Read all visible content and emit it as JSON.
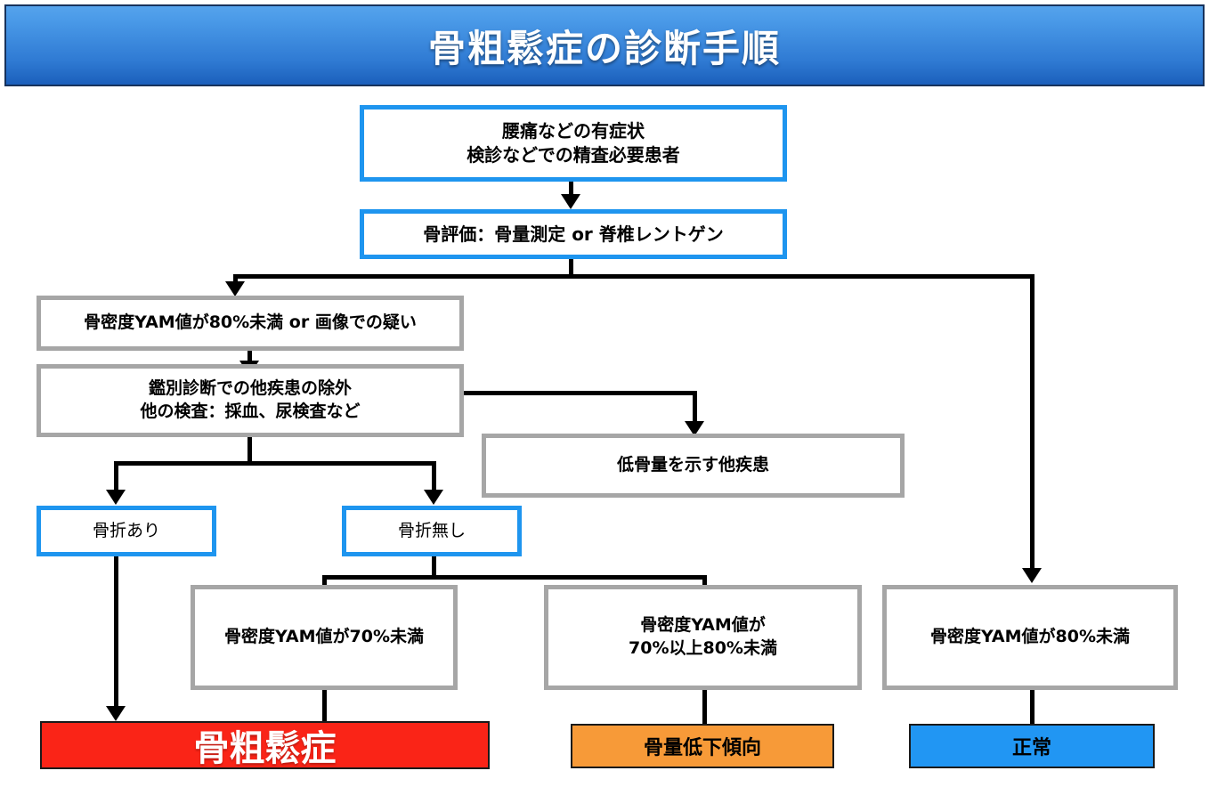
{
  "header": {
    "title": "骨粗鬆症の診断手順",
    "gradient_top": "#55a3ec",
    "gradient_bottom": "#1b5fbb",
    "text_color": "#ffffff"
  },
  "colors": {
    "blue_border": "#1e95ef",
    "gray_border": "#a6a6a6",
    "result_red": "#fa2417",
    "result_orange": "#f79a38",
    "result_blue": "#2196f3",
    "connector": "#000000"
  },
  "nodes": {
    "symptoms": {
      "line1": "腰痛などの有症状",
      "line2": "検診などでの精査必要患者",
      "style": "blue-box"
    },
    "bone_eval": {
      "line1": "骨評価：骨量測定 or 脊椎レントゲン",
      "style": "blue-box"
    },
    "yam_under80_or_image": {
      "line1": "骨密度YAM値が80%未満 or 画像での疑い",
      "style": "gray-box"
    },
    "differential": {
      "line1": "鑑別診断での他疾患の除外",
      "line2": "他の検査：採血、尿検査など",
      "style": "gray-box"
    },
    "other_disease": {
      "line1": "低骨量を示す他疾患",
      "style": "gray-box"
    },
    "fracture_yes": {
      "line1": "骨折あり",
      "style": "blue-box"
    },
    "fracture_no": {
      "line1": "骨折無し",
      "style": "blue-box"
    },
    "yam_under70": {
      "line1": "骨密度YAM値が70%未満",
      "style": "gray-box"
    },
    "yam_70_to_80": {
      "line1": "骨密度YAM値が",
      "line2": "70%以上80%未満",
      "style": "gray-box"
    },
    "yam_under80_right": {
      "line1": "骨密度YAM値が80%未満",
      "style": "gray-box"
    }
  },
  "results": {
    "osteoporosis": {
      "label": "骨粗鬆症",
      "color": "#fa2417"
    },
    "low_bone_mass": {
      "label": "骨量低下傾向",
      "color": "#f79a38"
    },
    "normal": {
      "label": "正常",
      "color": "#2196f3"
    }
  },
  "flowchart_data": {
    "type": "diagram",
    "title": "骨粗鬆症の診断手順",
    "edges": [
      {
        "from": "symptoms",
        "to": "bone_eval",
        "arrow": true
      },
      {
        "from": "bone_eval",
        "to": "yam_under80_or_image",
        "arrow": true
      },
      {
        "from": "bone_eval",
        "to": "yam_under80_right",
        "arrow": true
      },
      {
        "from": "yam_under80_or_image",
        "to": "differential",
        "arrow": true
      },
      {
        "from": "differential",
        "to": "other_disease",
        "arrow": true
      },
      {
        "from": "differential",
        "to": "fracture_yes",
        "arrow": true
      },
      {
        "from": "differential",
        "to": "fracture_no",
        "arrow": true
      },
      {
        "from": "fracture_yes",
        "to": "osteoporosis",
        "arrow": true
      },
      {
        "from": "fracture_no",
        "to": "yam_under70",
        "arrow": false
      },
      {
        "from": "fracture_no",
        "to": "yam_70_to_80",
        "arrow": false
      },
      {
        "from": "yam_under70",
        "to": "osteoporosis",
        "arrow": false
      },
      {
        "from": "yam_70_to_80",
        "to": "low_bone_mass",
        "arrow": false
      },
      {
        "from": "yam_under80_right",
        "to": "normal",
        "arrow": false
      }
    ]
  }
}
